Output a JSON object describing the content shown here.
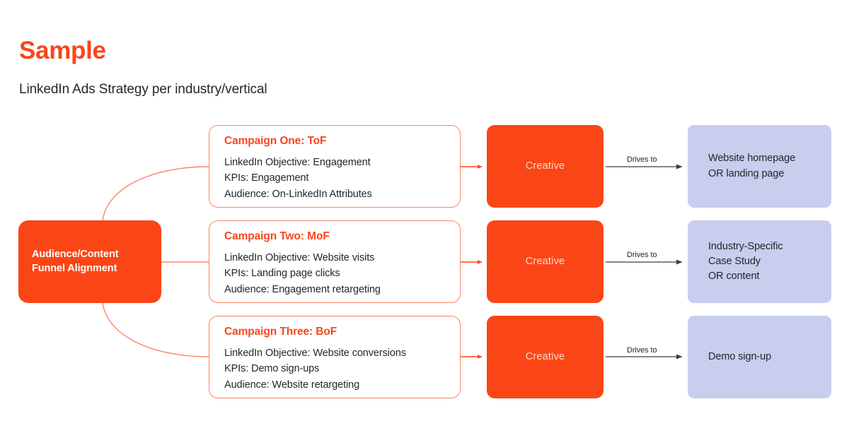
{
  "header": {
    "title": "Sample",
    "subtitle": "LinkedIn Ads Strategy per industry/vertical"
  },
  "colors": {
    "brand_orange": "#FA4616",
    "title_orange": "#F8461C",
    "card_border_orange": "#FB8565",
    "lavender": "#C9CDEE",
    "text_dark": "#23262B",
    "creative_text": "#FFD9CD",
    "arrow_gray": "#3C3C3C",
    "background": "#FFFFFF"
  },
  "root": {
    "label": "Audience/Content\nFunnel Alignment"
  },
  "rows": [
    {
      "campaign": {
        "title": "Campaign One: ToF",
        "lines": [
          "LinkedIn Objective: Engagement",
          "KPIs: Engagement",
          "Audience: On-LinkedIn Attributes"
        ]
      },
      "creative": {
        "label": "Creative"
      },
      "edge_label": "Drives to",
      "destination": {
        "label": "Website homepage\nOR landing page"
      }
    },
    {
      "campaign": {
        "title": "Campaign Two: MoF",
        "lines": [
          "LinkedIn Objective: Website visits",
          "KPIs: Landing page clicks",
          "Audience: Engagement retargeting"
        ]
      },
      "creative": {
        "label": "Creative"
      },
      "edge_label": "Drives to",
      "destination": {
        "label": "Industry-Specific\nCase Study\nOR content"
      }
    },
    {
      "campaign": {
        "title": "Campaign Three: BoF",
        "lines": [
          "LinkedIn Objective: Website conversions",
          "KPIs: Demo sign-ups",
          "Audience: Website retargeting"
        ]
      },
      "creative": {
        "label": "Creative"
      },
      "edge_label": "Drives to",
      "destination": {
        "label": "Demo sign-up"
      }
    }
  ]
}
